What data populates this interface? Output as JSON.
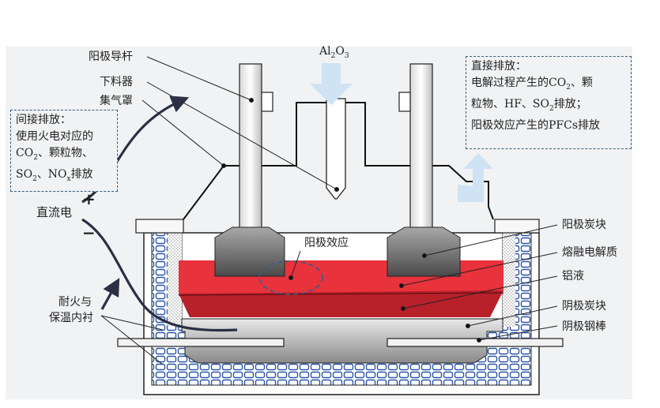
{
  "diagram": {
    "top_input": "Al2O3",
    "left_labels": {
      "anode_rod": "阳极导杆",
      "feeder": "下料器",
      "hood": "集气罩",
      "dc_power": "直流电",
      "plus": "+",
      "minus": "−",
      "lining_line1": "耐火与",
      "lining_line2": "保温内衬"
    },
    "indirect_box": {
      "title": "间接排放：",
      "line1": "使用火电对应的",
      "line2": "CO2、颗粒物、",
      "line3": "SO2、NOx排放"
    },
    "direct_box": {
      "title": "直接排放：",
      "line1": "电解过程产生的CO2、颗",
      "line2": "粒物、HF、SO2排放；",
      "line3": "阳极效应产生的PFCs排放"
    },
    "center_label": "阳极效应",
    "right_labels": {
      "anode_carbon": "阳极炭块",
      "molten_electrolyte": "熔融电解质",
      "aluminum_liquid": "铝液",
      "cathode_carbon": "阴极炭块",
      "cathode_steel": "阴极钢棒"
    }
  },
  "colors": {
    "electrolyte": "#e8323c",
    "aluminum": "#b8202a",
    "arrow_blue": "#cfe3f4",
    "dashed_blue": "#2f5f8a",
    "brick_blue": "#2a56a8"
  }
}
